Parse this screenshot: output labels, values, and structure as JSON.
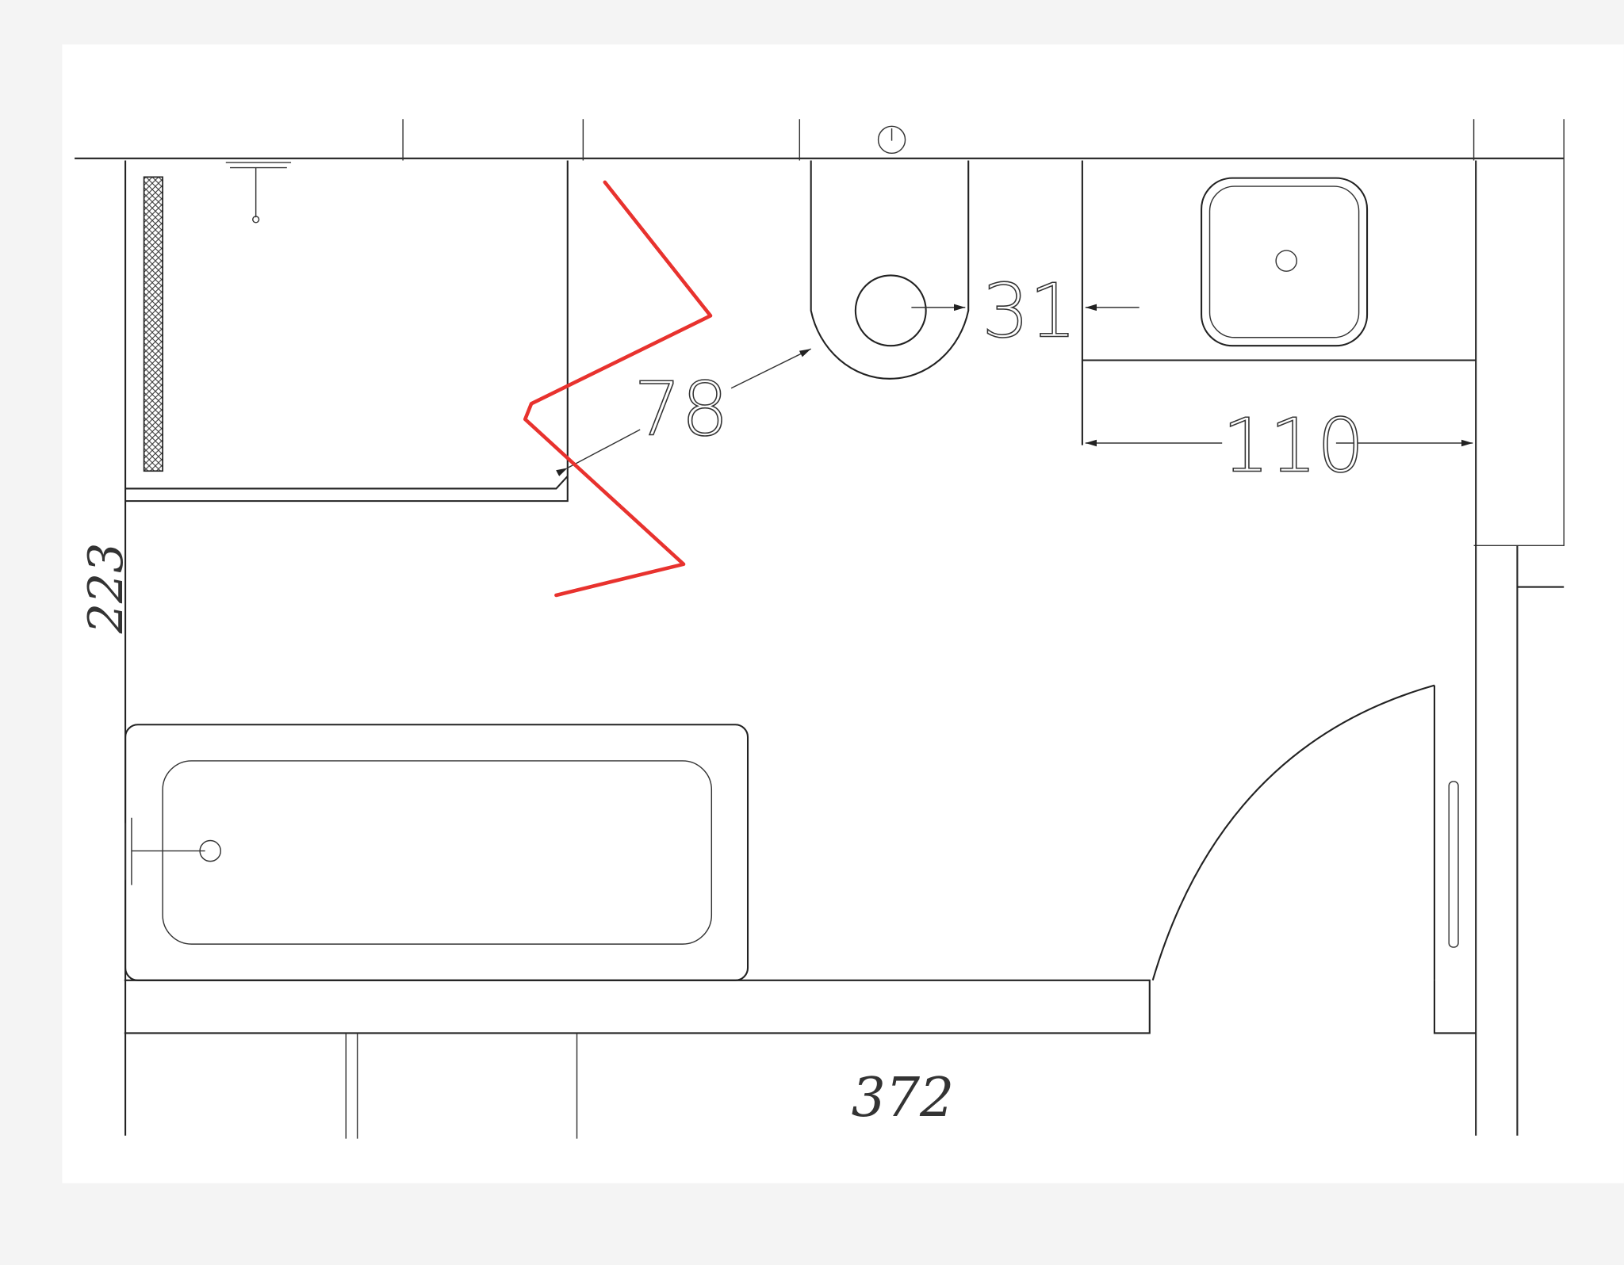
{
  "drawing": {
    "title": "Bathroom floor plan sketch",
    "dimensions": {
      "toilet_to_shower": "78",
      "toilet_to_vanity": "31",
      "vanity_width": "110",
      "room_width": "372",
      "room_depth": "223"
    },
    "annotation_color": "#e8322e",
    "line_color": "#222222"
  }
}
